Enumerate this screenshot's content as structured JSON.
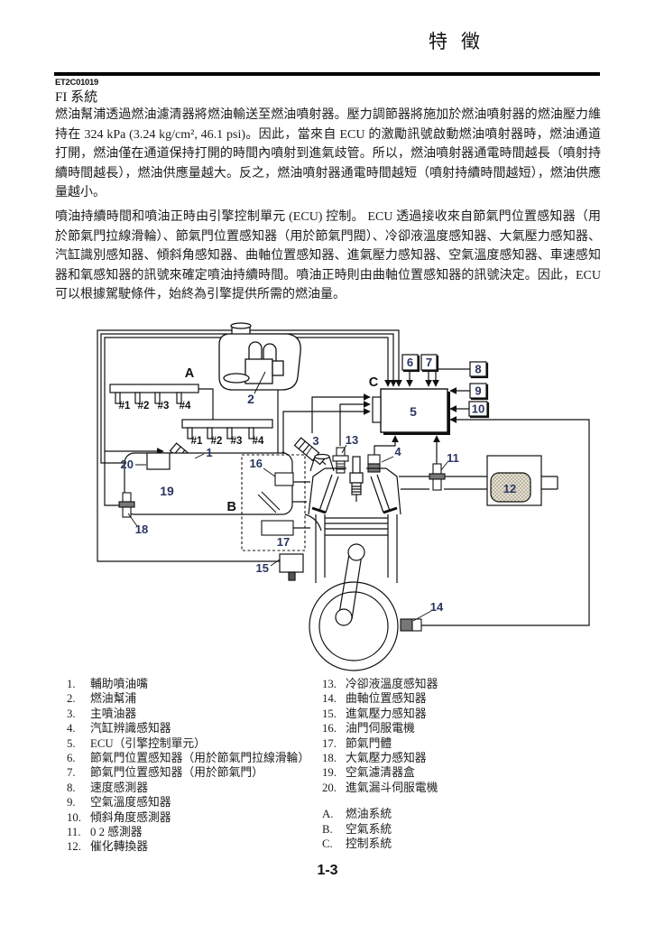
{
  "header": {
    "title": "特徵"
  },
  "doc": {
    "code": "ET2C01019",
    "section": "FI 系統"
  },
  "paragraphs": {
    "p1": "燃油幫浦透過燃油濾清器將燃油輸送至燃油噴射器。壓力調節器將施加於燃油噴射器的燃油壓力維持在 324 kPa (3.24 kg/cm², 46.1 psi)。因此，當來自 ECU 的激勵訊號啟動燃油噴射器時，燃油通道打開，燃油僅在通道保持打開的時間內噴射到進氣歧管。所以，燃油噴射器通電時間越長（噴射持續時間越長），燃油供應量越大。反之，燃油噴射器通電時間越短（噴射持續時間越短），燃油供應量越小。",
    "p2": "噴油持續時間和噴油正時由引擎控制單元 (ECU) 控制。 ECU 透過接收來自節氣門位置感知器（用於節氣門拉線滑輪）、節氣門位置感知器（用於節氣門閥）、冷卻液溫度感知器、大氣壓力感知器、汽缸識別感知器、傾斜角感知器、曲軸位置感知器、進氣壓力感知器、空氣溫度感知器、車速感知器和氧感知器的訊號來確定噴油持續時間。噴油正時則由曲軸位置感知器的訊號決定。因此，ECU 可以根據駕駛條件，始終為引擎提供所需的燃油量。"
  },
  "diagram": {
    "zone_labels": {
      "A": "A",
      "B": "B",
      "C": "C"
    },
    "callouts": {
      "c1": "1",
      "c2": "2",
      "c3": "3",
      "c4": "4",
      "c5": "5",
      "c6": "6",
      "c7": "7",
      "c8": "8",
      "c9": "9",
      "c10": "10",
      "c11": "11",
      "c12": "12",
      "c13": "13",
      "c14": "14",
      "c15": "15",
      "c16": "16",
      "c17": "17",
      "c18": "18",
      "c19": "19",
      "c20": "20"
    },
    "rail1": [
      "#1",
      "#2",
      "#3",
      "#4"
    ],
    "rail2": [
      "#1",
      "#2",
      "#3",
      "#4"
    ]
  },
  "legend": {
    "left": [
      {
        "n": "1.",
        "t": "輔助噴油嘴"
      },
      {
        "n": "2.",
        "t": "燃油幫浦"
      },
      {
        "n": "3.",
        "t": "主噴油器"
      },
      {
        "n": "4.",
        "t": "汽缸辨識感知器"
      },
      {
        "n": "5.",
        "t": "ECU（引擎控制單元）"
      },
      {
        "n": "6.",
        "t": "節氣門位置感知器（用於節氣門拉線滑輪）"
      },
      {
        "n": "7.",
        "t": "節氣門位置感知器（用於節氣門）"
      },
      {
        "n": "8.",
        "t": "速度感測器"
      },
      {
        "n": "9.",
        "t": "空氣溫度感知器"
      },
      {
        "n": "10.",
        "t": "傾斜角度感測器"
      },
      {
        "n": "11.",
        "t": "0 2 感測器"
      },
      {
        "n": "12.",
        "t": "催化轉換器"
      }
    ],
    "right": [
      {
        "n": "13.",
        "t": "冷卻液溫度感知器"
      },
      {
        "n": "14.",
        "t": "曲軸位置感知器"
      },
      {
        "n": "15.",
        "t": "進氣壓力感知器"
      },
      {
        "n": "16.",
        "t": "油門伺服電機"
      },
      {
        "n": "17.",
        "t": "節氣門體"
      },
      {
        "n": "18.",
        "t": "大氣壓力感知器"
      },
      {
        "n": "19.",
        "t": "空氣濾清器盒"
      },
      {
        "n": "20.",
        "t": "進氣漏斗伺服電機"
      }
    ],
    "systems": [
      {
        "n": "A.",
        "t": "燃油系統"
      },
      {
        "n": "B.",
        "t": "空氣系統"
      },
      {
        "n": "C.",
        "t": "控制系統"
      }
    ]
  },
  "footer": {
    "page": "1-3"
  }
}
